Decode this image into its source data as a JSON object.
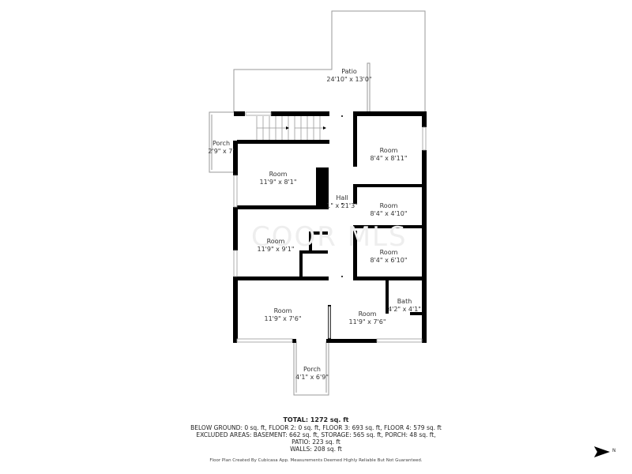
{
  "watermark": "COOR MLS",
  "rooms": [
    {
      "id": "patio",
      "name": "Patio",
      "dims": "24'10\" x 13'0\""
    },
    {
      "id": "porch-side",
      "name": "Porch",
      "dims": "2'9\" x 7'"
    },
    {
      "id": "room-nw",
      "name": "Room",
      "dims": "11'9\" x 8'1\""
    },
    {
      "id": "room-ne",
      "name": "Room",
      "dims": "8'4\" x 8'11\""
    },
    {
      "id": "hall",
      "name": "Hall",
      "dims": "1\" x 21'3\""
    },
    {
      "id": "room-e-mid",
      "name": "Room",
      "dims": "8'4\" x 4'10\""
    },
    {
      "id": "room-w-mid",
      "name": "Room",
      "dims": "11'9\" x 9'1\""
    },
    {
      "id": "room-e-low",
      "name": "Room",
      "dims": "8'4\" x 6'10\""
    },
    {
      "id": "room-sw",
      "name": "Room",
      "dims": "11'9\" x 7'6\""
    },
    {
      "id": "room-se",
      "name": "Room",
      "dims": "11'9\" x 7'6\""
    },
    {
      "id": "bath",
      "name": "Bath",
      "dims": "4'2\" x 4'1\""
    },
    {
      "id": "porch-front",
      "name": "Porch",
      "dims": "4'1\" x 6'9\""
    }
  ],
  "summary": {
    "total": "TOTAL: 1272 sq. ft",
    "line1": "BELOW GROUND: 0 sq. ft, FLOOR 2: 0 sq. ft, FLOOR 3: 693 sq. ft, FLOOR 4: 579 sq. ft",
    "line2": "EXCLUDED AREAS: BASEMENT: 662 sq. ft, STORAGE: 565 sq. ft, PORCH: 48 sq. ft,",
    "line3": "PATIO: 223 sq. ft",
    "line4": "WALLS: 208 sq. ft",
    "credit": "Floor Plan Created By Cubicasa App. Measurements Deemed Highly Reliable But Not Guaranteed."
  },
  "compass": {
    "label": "N"
  }
}
